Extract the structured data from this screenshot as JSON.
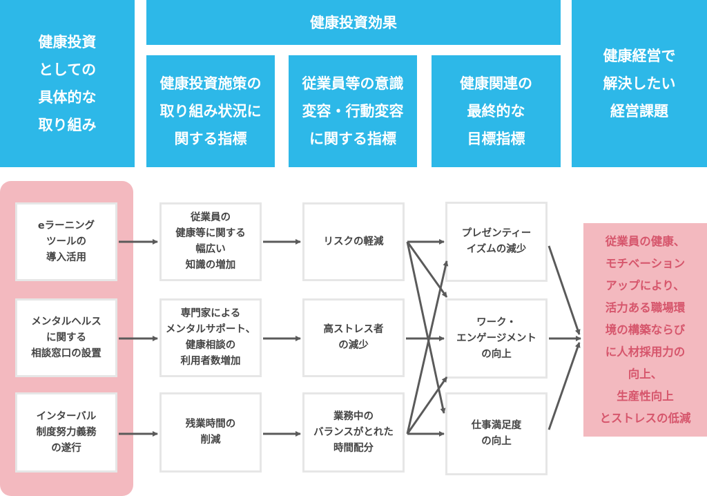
{
  "header": {
    "col1": "健康投資\nとしての\n具体的な\n取り組み",
    "effects_title": "健康投資効果",
    "effects": [
      "健康投資施策の\n取り組み状況に\n関する指標",
      "従業員等の意識\n変容・行動変容\nに関する指標",
      "健康関連の\n最終的な\n目標指標"
    ],
    "col5": "健康経営で\n解決したい\n経営課題"
  },
  "initiatives": [
    "eラーニング\nツールの\n導入活用",
    "メンタルヘルス\nに関する\n相談窓口の設置",
    "インターバル\n制度努力義務\nの遂行"
  ],
  "policy_indicators": [
    "従業員の\n健康等に関する\n幅広い\n知識の増加",
    "専門家による\nメンタルサポート、\n健康相談の\n利用者数増加",
    "残業時間の\n削減"
  ],
  "behavior_indicators": [
    "リスクの軽減",
    "高ストレス者\nの減少",
    "業務中の\nバランスがとれた\n時間配分"
  ],
  "final_indicators": [
    "プレゼンティー\nイズムの減少",
    "ワーク・\nエンゲージメント\nの向上",
    "仕事満足度\nの向上"
  ],
  "goal": "従業員の健康、\nモチベーション\nアップにより、\n活力ある職場環\n境の構築ならび\nに人材採用力の\n向上、\n生産性向上\nとストレスの低減",
  "colors": {
    "blue": "#2db8e8",
    "pink": "#f3b9bf",
    "goal_text": "#d6566c",
    "arrow": "#5a5a5a"
  }
}
